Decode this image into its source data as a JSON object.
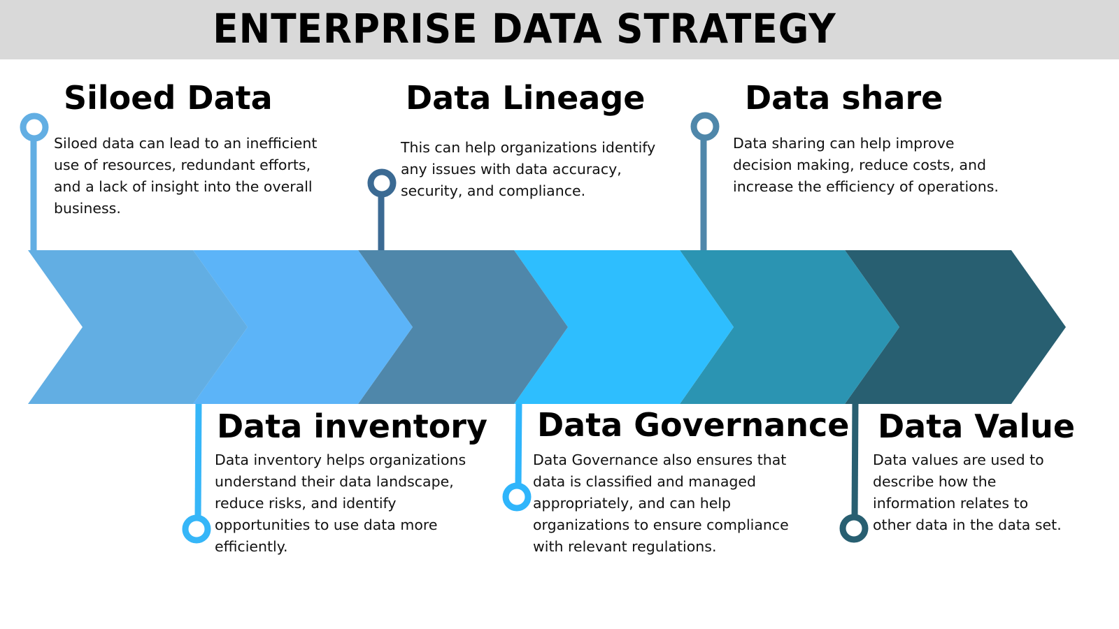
{
  "header": {
    "title": "ENTERPRISE DATA STRATEGY"
  },
  "stages": [
    {
      "id": "siloed-data",
      "title": "Siloed Data",
      "description": "Siloed data can lead to an inefficient\nuse of resources, redundant efforts,\nand a lack of insight into the overall\nbusiness.",
      "position": "top",
      "color": "#62aee3"
    },
    {
      "id": "data-inventory",
      "title": "Data inventory",
      "description": "Data inventory helps organizations\nunderstand their data landscape,\nreduce risks, and identify\nopportunities to use data more\nefficiently.",
      "position": "bottom",
      "color": "#5cb4f8"
    },
    {
      "id": "data-lineage",
      "title": "Data Lineage",
      "description": "This can help organizations identify\nany issues with data accuracy,\nsecurity, and compliance.",
      "position": "top",
      "color": "#4f87aa"
    },
    {
      "id": "data-governance",
      "title": "Data Governance",
      "description": "Data Governance also ensures that\ndata is classified and managed\nappropriately, and can help\norganizations to ensure compliance\nwith relevant regulations.",
      "position": "bottom",
      "color": "#2ebefe"
    },
    {
      "id": "data-share",
      "title": "Data share",
      "description": " Data sharing can help improve\ndecision making, reduce costs, and\nincrease the efficiency of operations.",
      "position": "top",
      "color": "#2b94b2"
    },
    {
      "id": "data-value",
      "title": "Data Value",
      "description": "Data values are used to\ndescribe how the\ninformation relates to\nother data in the data set.",
      "position": "bottom",
      "color": "#285f71"
    }
  ],
  "connector_colors": {
    "siloed-data": "#62aee3",
    "data-lineage": "#3b6a93",
    "data-share": "#4f87aa",
    "data-inventory": "#36b6f8",
    "data-governance": "#2fb5fb",
    "data-value": "#285f71"
  },
  "header_bg": "#d9d9d9"
}
